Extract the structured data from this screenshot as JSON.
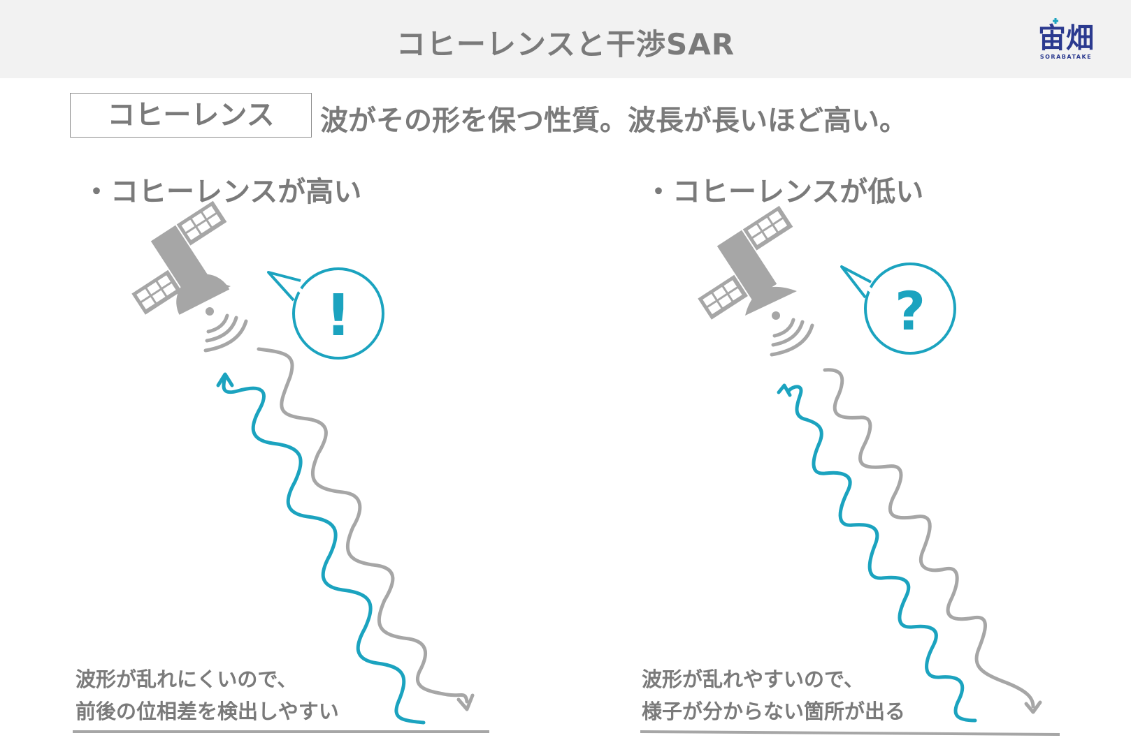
{
  "header": {
    "title": "コヒーレンスと干渉SAR",
    "logo": {
      "main": "宙畑",
      "sub": "SORABATAKE"
    }
  },
  "term": {
    "label": "コヒーレンス",
    "definition": "波がその形を保つ性質。波長が長いほど高い。"
  },
  "panels": [
    {
      "heading": "・コヒーレンスが高い",
      "bubble_symbol": "!",
      "caption_line1": "波形が乱れにくいので、",
      "caption_line2": "前後の位相差を検出しやすい"
    },
    {
      "heading": "・コヒーレンスが低い",
      "bubble_symbol": "?",
      "caption_line1": "波形が乱れやすいので、",
      "caption_line2": "様子が分からない箇所が出る"
    }
  ],
  "colors": {
    "accent": "#1ba3bf",
    "gray": "#8c8c8c",
    "text": "#7a7a7a",
    "satellite": "#a6a6a6",
    "logo": "#2b3a8f"
  },
  "icons": [
    "satellite-icon",
    "speech-bubble-icon",
    "signal-wave-icon"
  ]
}
